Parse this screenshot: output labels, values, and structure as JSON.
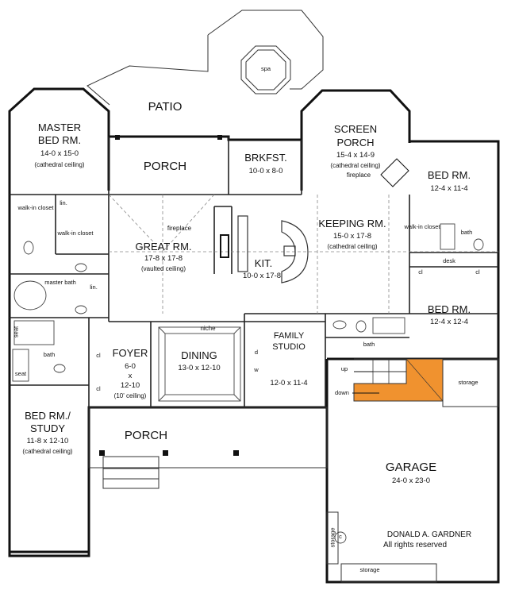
{
  "rooms": {
    "patio": "PATIO",
    "spa": "spa",
    "master_bed": {
      "name_line1": "MASTER",
      "name_line2": "BED RM.",
      "dims": "14-0  x  15-0",
      "note": "(cathedral ceiling)"
    },
    "rear_porch": "PORCH",
    "brkfst": {
      "name": "BRKFST.",
      "dims": "10-0  x  8-0"
    },
    "screen_porch": {
      "name_line1": "SCREEN",
      "name_line2": "PORCH",
      "dims": "15-4  x  14-9",
      "note": "(cathedral ceiling)",
      "fireplace": "fireplace"
    },
    "bed_rm_1": {
      "name": "BED RM.",
      "dims": "12-4  x  11-4"
    },
    "great_rm": {
      "name": "GREAT RM.",
      "dims": "17-8  x  17-8",
      "note": "(vaulted ceiling)",
      "fireplace": "fireplace"
    },
    "keeping_rm": {
      "name": "KEEPING RM.",
      "dims": "15-0  x  17-8",
      "note": "(cathedral ceiling)"
    },
    "kit": {
      "name": "KIT.",
      "dims": "10-0  x  17-8"
    },
    "bed_rm_2": {
      "name": "BED RM.",
      "dims": "12-4  x  12-4"
    },
    "foyer": {
      "name": "FOYER",
      "dim1": "6-0",
      "dim2": "x",
      "dim3": "12-10",
      "note": "(10' ceiling)"
    },
    "dining": {
      "name": "DINING",
      "dims": "13-0  x  12-10",
      "niche": "niche"
    },
    "family_studio": {
      "name_line1": "FAMILY",
      "name_line2": "STUDIO",
      "dims": "12-0  x  11-4"
    },
    "bed_study": {
      "name_line1": "BED RM./",
      "name_line2": "STUDY",
      "dims": "11-8  x  12-10",
      "note": "(cathedral ceiling)"
    },
    "front_porch": "PORCH",
    "garage": {
      "name": "GARAGE",
      "dims": "24-0  x  23-0"
    }
  },
  "small_labels": {
    "walk_in_closet_1": "walk-in closet",
    "walk_in_closet_2": "walk-in closet",
    "walk_in_closet_3": "walk-in closet",
    "lin_1": "lin.",
    "lin_2": "lin.",
    "master_bath": "master bath",
    "bath_1": "bath",
    "bath_2": "bath",
    "bath_3": "bath",
    "seat_1": "seat",
    "seat_2": "seat",
    "desk": "desk",
    "cl_1": "cl",
    "cl_2": "cl",
    "cl_3": "cl",
    "cl_4": "cl",
    "d": "d",
    "w": "w",
    "up": "up",
    "down": "down",
    "storage_1": "storage",
    "storage_2": "storage",
    "storage_3": "storage",
    "c_mark": "c"
  },
  "credit": {
    "line1": "DONALD A. GARDNER",
    "line2": "All rights reserved"
  },
  "colors": {
    "stair": "#f0922f",
    "wall": "#111111",
    "thin": "#444444"
  }
}
